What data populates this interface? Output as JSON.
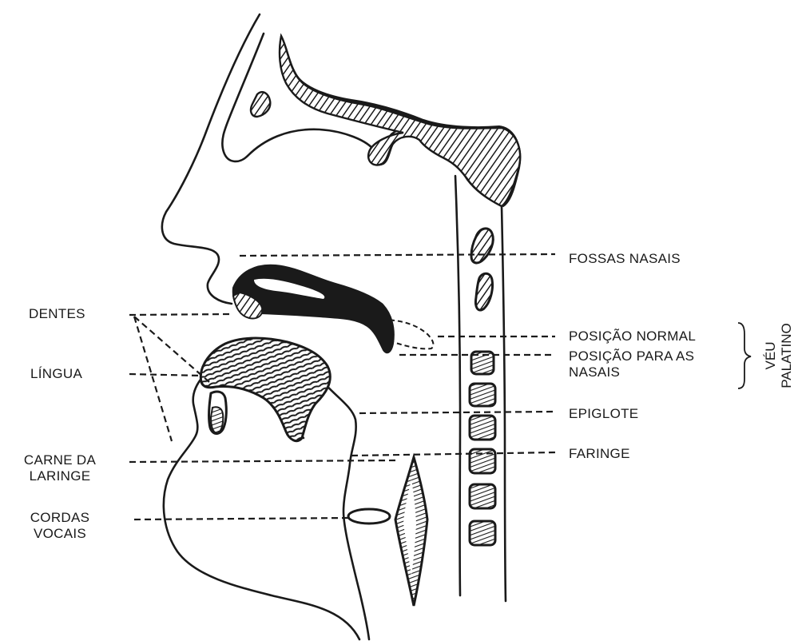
{
  "labels": {
    "dentes": "DENTES",
    "lingua": "LÍNGUA",
    "carne_da_laringe": [
      "CARNE DA",
      "LARINGE"
    ],
    "cordas_vocais": [
      "CORDAS",
      "VOCAIS"
    ],
    "fossas_nasais": "FOSSAS NASAIS",
    "posicao_normal": "POSIÇÃO NORMAL",
    "posicao_para_as_nasais": [
      "POSIÇÃO PARA AS",
      "NASAIS"
    ],
    "epiglote": "EPIGLOTE",
    "faringe": "FARINGE",
    "veu_palatino": [
      "VÉU",
      "PALATINO"
    ]
  },
  "colors": {
    "ink": "#1a1a1a",
    "background": "#ffffff"
  }
}
